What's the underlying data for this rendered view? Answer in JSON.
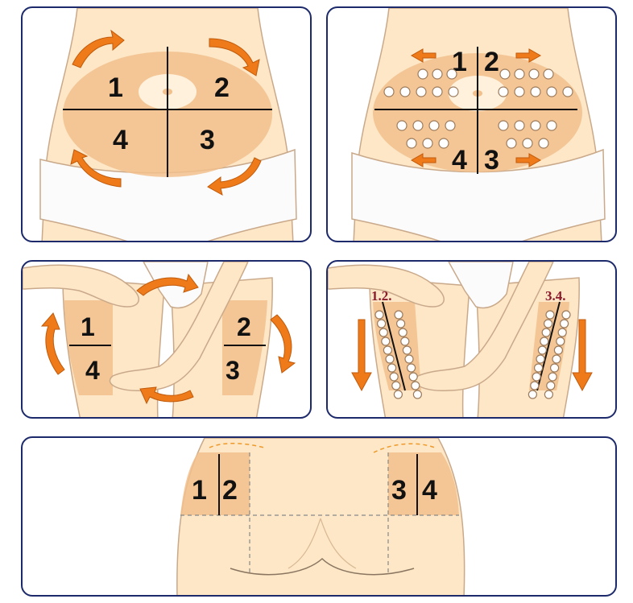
{
  "colors": {
    "skin": "#fde7c7",
    "skin_shade": "#f5cf9f",
    "zone": "#f2c08c",
    "outline": "#c9a98a",
    "arrow": "#ee7a1a",
    "border": "#1c2a6b",
    "underwear": "#fbfbfb",
    "dot": "#ffffff",
    "label_red": "#8b1a2b"
  },
  "panel1": {
    "q1": "1",
    "q2": "2",
    "q3": "3",
    "q4": "4"
  },
  "panel2": {
    "q1": "1",
    "q2": "2",
    "q3": "3",
    "q4": "4"
  },
  "panel3": {
    "l1": "1",
    "l4": "4",
    "r2": "2",
    "r3": "3"
  },
  "panel4": {
    "left_label": "1.2.",
    "right_label": "3.4."
  },
  "panel5": {
    "l1": "1",
    "l2": "2",
    "r3": "3",
    "r4": "4"
  }
}
